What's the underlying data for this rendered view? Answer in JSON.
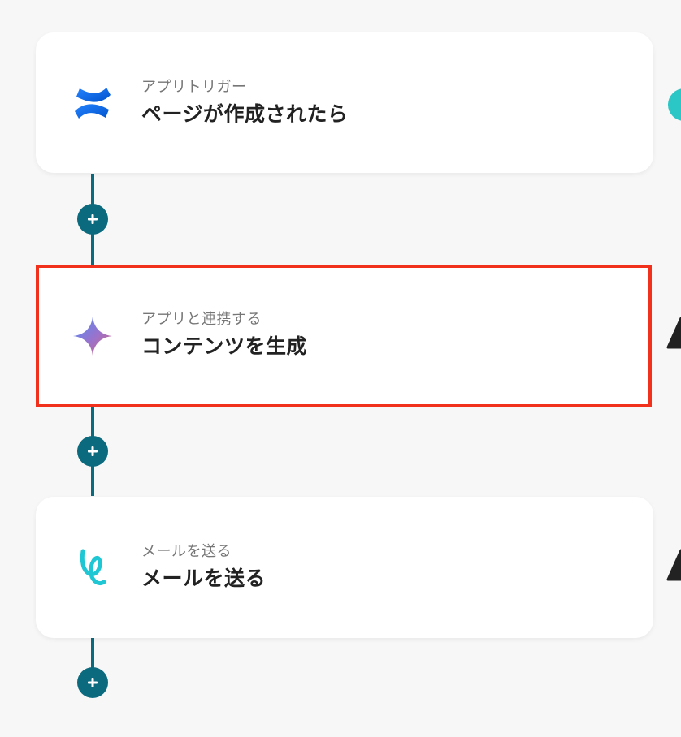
{
  "steps": [
    {
      "subtitle": "アプリトリガー",
      "title": "ページが作成されたら",
      "icon": "confluence-icon"
    },
    {
      "subtitle": "アプリと連携する",
      "title": "コンテンツを生成",
      "icon": "gemini-sparkle-icon",
      "selected": true
    },
    {
      "subtitle": "メールを送る",
      "title": "メールを送る",
      "icon": "yoom-mail-icon"
    }
  ],
  "colors": {
    "connector": "#0c6a7e",
    "selection_border": "#f2311d",
    "status_ok": "#2bc6c6",
    "status_warning": "#222222"
  }
}
